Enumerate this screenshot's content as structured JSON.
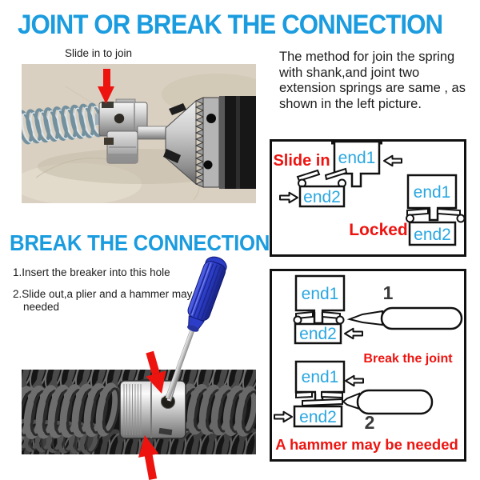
{
  "title": "JOINT OR BREAK THE CONNECTION",
  "join_section": {
    "photo_caption": "Slide in to join",
    "description": "The method for join the spring with shank,and joint two extension springs are same , as shown in the left picture.",
    "diagram": {
      "slide_in_label": "Slide in",
      "locked_label": "Locked"
    }
  },
  "break_section": {
    "heading": "BREAK THE CONNECTION",
    "steps": [
      "1.Insert the breaker into this hole",
      "2.Slide out,a plier and a hammer may be needed"
    ],
    "diagram": {
      "step1_number": "1",
      "step2_number": "2",
      "break_label": "Break the joint",
      "hammer_label": "A hammer may be needed"
    }
  },
  "connector_labels": {
    "end1": "end1",
    "end2": "end2"
  },
  "colors": {
    "heading_blue": "#1b9cdf",
    "label_blue": "#2aa7e0",
    "warning_red": "#ed1410"
  }
}
